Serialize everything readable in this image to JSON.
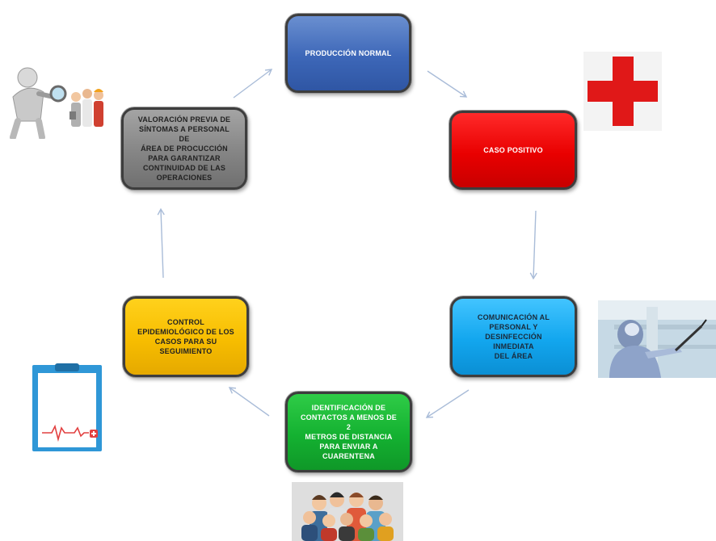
{
  "diagram": {
    "nodes": {
      "produccion": {
        "lines": [
          "PRODUCCIÓN NORMAL"
        ]
      },
      "caso_positivo": {
        "lines": [
          "CASO POSITIVO"
        ]
      },
      "comunicacion": {
        "lines": [
          "COMUNICACIÓN AL",
          "PERSONAL Y",
          "DESINFECCIÓN INMEDIATA",
          "DEL ÁREA"
        ]
      },
      "identificacion": {
        "lines": [
          "IDENTIFICACIÓN DE",
          "CONTACTOS A MENOS DE 2",
          "METROS  DE DISTANCIA",
          "PARA ENVIAR A",
          "CUARENTENA"
        ]
      },
      "control": {
        "lines": [
          "CONTROL",
          "EPIDEMIOLÓGICO DE LOS",
          "CASOS PARA SU",
          "SEGUIMIENTO"
        ]
      },
      "valoracion": {
        "lines": [
          "VALORACIÓN PREVIA DE",
          "SÍNTOMAS A PERSONAL DE",
          "ÁREA DE PROCUCCIÓN",
          "PARA GARANTIZAR",
          "CONTINUIDAD DE LAS",
          "OPERACIONES"
        ]
      }
    },
    "colors": {
      "produccion": "#3d67b8",
      "caso_positivo": "#e90000",
      "comunicacion": "#12a6ee",
      "identificacion": "#14b131",
      "control": "#f7bd00",
      "valoracion": "#858585",
      "arrow": "#a9bcd8"
    },
    "illustrations": [
      "red-cross-icon",
      "fumigation-photo",
      "people-group-icon",
      "clipboard-heartbeat-icon",
      "inspector-magnifier-icon"
    ]
  }
}
